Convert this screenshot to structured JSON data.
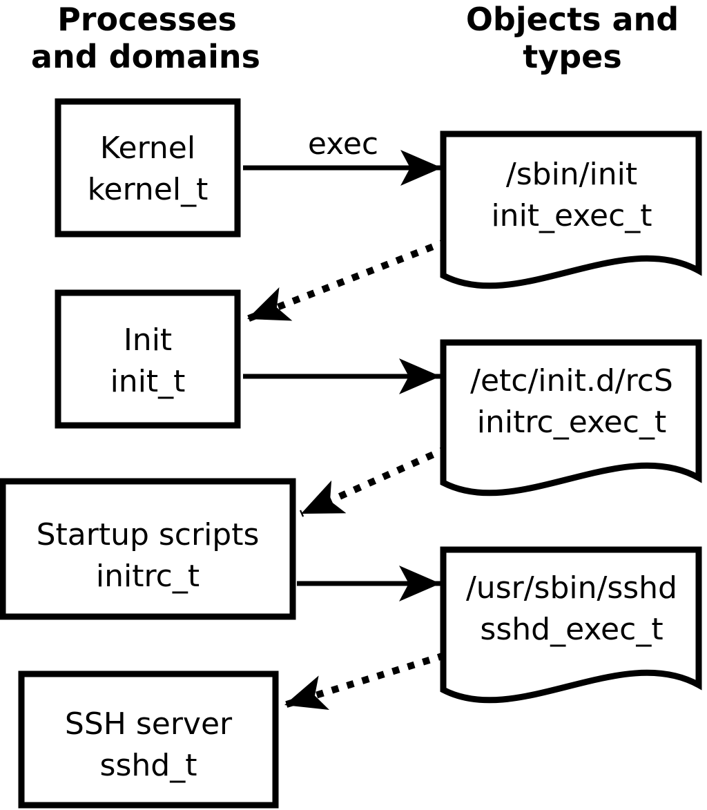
{
  "headers": {
    "left": {
      "line1": "Processes",
      "line2": "and domains"
    },
    "right": {
      "line1": "Objects and",
      "line2": "types"
    }
  },
  "diagram": {
    "processes": [
      {
        "name": "Kernel",
        "type": "kernel_t"
      },
      {
        "name": "Init",
        "type": "init_t"
      },
      {
        "name": "Startup scripts",
        "type": "initrc_t"
      },
      {
        "name": "SSH server",
        "type": "sshd_t"
      }
    ],
    "objects": [
      {
        "path": "/sbin/init",
        "type": "init_exec_t"
      },
      {
        "path": "/etc/init.d/rcS",
        "type": "initrc_exec_t"
      },
      {
        "path": "/usr/sbin/sshd",
        "type": "sshd_exec_t"
      }
    ],
    "edges": [
      {
        "from": "kernel_t",
        "to": "init_exec_t",
        "label": "exec",
        "style": "solid"
      },
      {
        "from": "init_exec_t",
        "to": "init_t",
        "label": "",
        "style": "dotted"
      },
      {
        "from": "init_t",
        "to": "initrc_exec_t",
        "label": "",
        "style": "solid"
      },
      {
        "from": "initrc_exec_t",
        "to": "initrc_t",
        "label": "",
        "style": "dotted"
      },
      {
        "from": "initrc_t",
        "to": "sshd_exec_t",
        "label": "",
        "style": "solid"
      },
      {
        "from": "sshd_exec_t",
        "to": "sshd_t",
        "label": "",
        "style": "dotted"
      }
    ],
    "colors": {
      "line": "#000000",
      "fill": "#ffffff",
      "text": "#000000"
    }
  }
}
